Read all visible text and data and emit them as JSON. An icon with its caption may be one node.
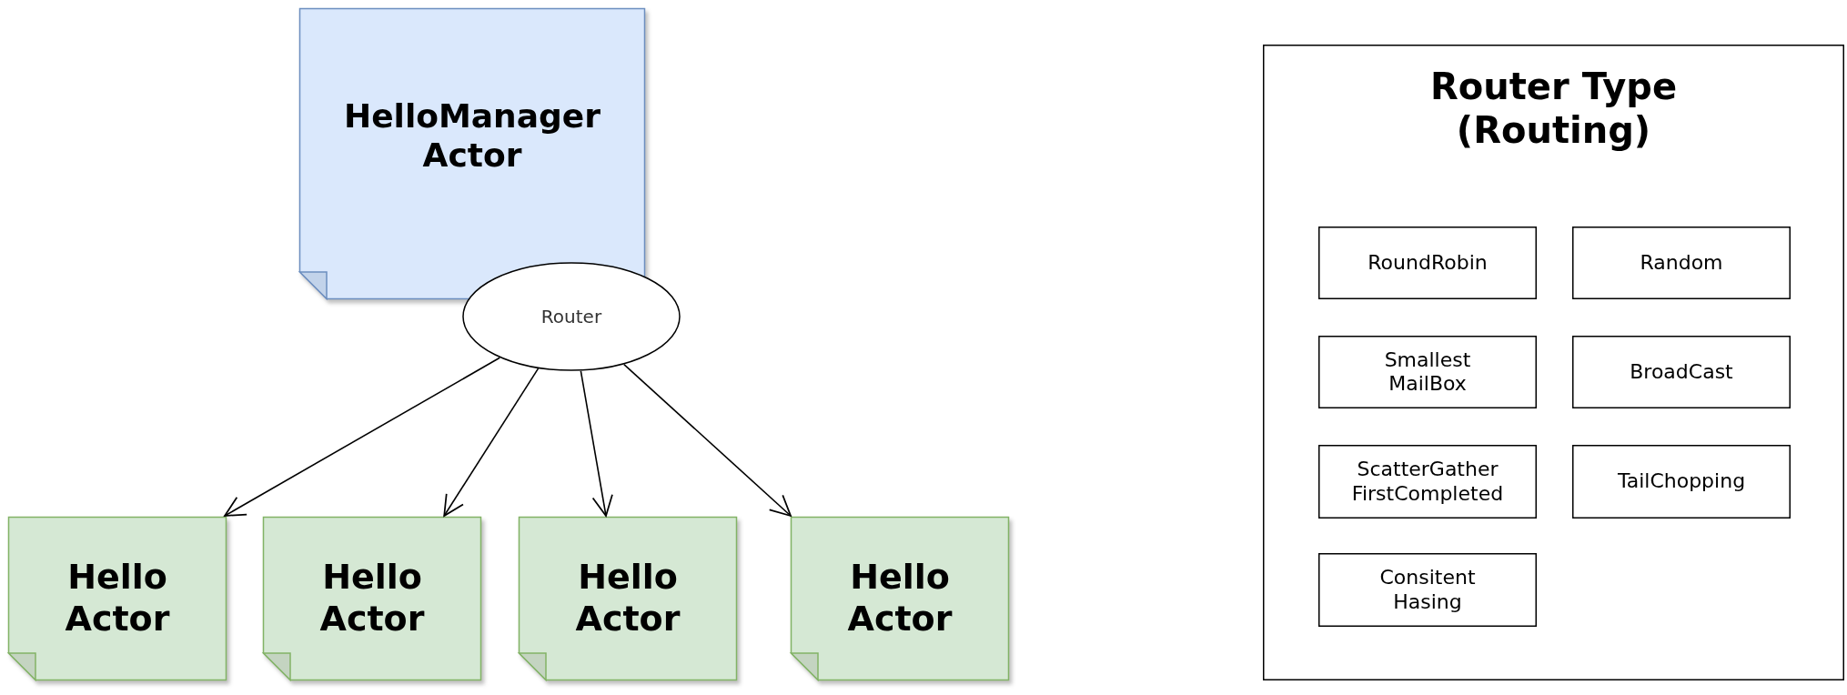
{
  "diagram": {
    "nodes": [
      {
        "text": [
          "HelloManager Actor"
        ]
      },
      {
        "text": [
          "Router"
        ]
      },
      {
        "text": [
          "Hello Actor"
        ]
      },
      {
        "text": [
          "Hello Actor"
        ]
      },
      {
        "text": [
          "Hello Actor"
        ]
      },
      {
        "text": [
          "Hello Actor"
        ]
      },
      {
        "text": [
          "Router Type (Routing)"
        ]
      },
      {
        "text": [
          "RoundRobin"
        ],
        "in": 6
      },
      {
        "text": [
          "Random"
        ],
        "in": 6
      },
      {
        "text": [
          "Smallest MailBox"
        ],
        "in": 6
      },
      {
        "text": [
          "BroadCast"
        ],
        "in": 6
      },
      {
        "text": [
          "ScatterGather FirstCompleted"
        ],
        "in": 6
      },
      {
        "text": [
          "TailChopping"
        ],
        "in": 6
      },
      {
        "text": [
          "Consitent Hasing"
        ],
        "in": 6
      }
    ],
    "edges": [
      {
        "from": 1,
        "to": 2,
        "arrow": "to"
      },
      {
        "from": 1,
        "to": 3,
        "arrow": "to"
      },
      {
        "from": 1,
        "to": 4,
        "arrow": "to"
      },
      {
        "from": 1,
        "to": 5,
        "arrow": "to"
      }
    ]
  }
}
